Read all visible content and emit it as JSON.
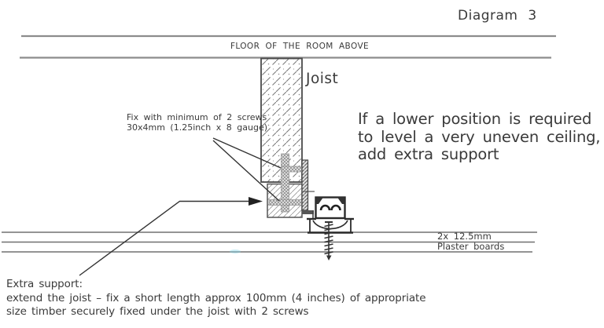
{
  "title": "Diagram 3",
  "floor_label": "FLOOR OF THE ROOM ABOVE",
  "joist_label": "Joist",
  "fix_note": {
    "line1": "Fix with minimum of 2 screws",
    "line2": "30x4mm (1.25inch x 8 gauge)"
  },
  "side_note": {
    "line1": "If a lower position is required",
    "line2": "to level a very uneven ceiling,",
    "line3": "add extra support"
  },
  "plasterboard_label": {
    "line1": "2x 12.5mm",
    "line2": "Plaster boards"
  },
  "extra_support_note": {
    "title": "Extra support:",
    "line1": "extend the joist – fix a short length approx 100mm (4 inches) of appropriate",
    "line2": "size timber securely fixed under the joist with 2 screws"
  },
  "colors": {
    "floor_line_gray": "#8c8c8c",
    "drawing_ink": "#333333",
    "text_ink": "#3a3a3a",
    "hatch_gray": "#8a8a8a",
    "smudge_cyan": "#7fd4e8"
  }
}
